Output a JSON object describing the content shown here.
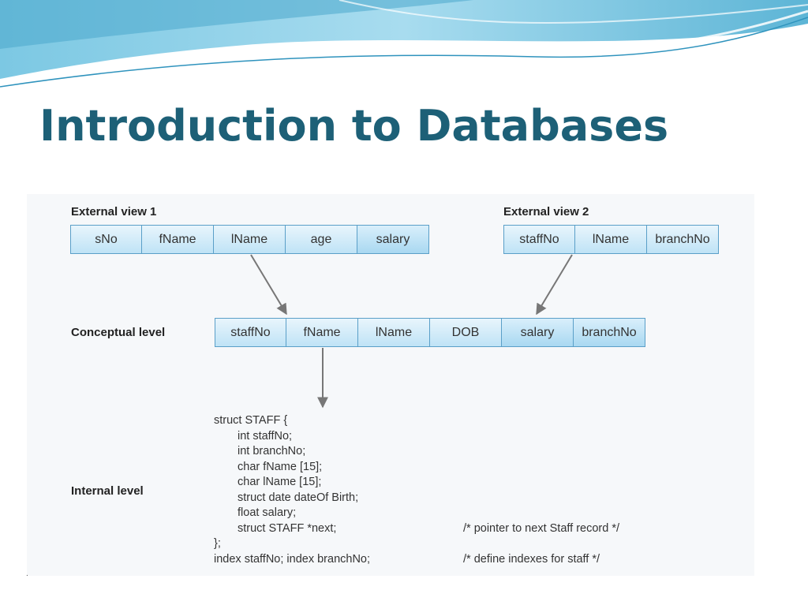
{
  "title": "Introduction to Databases",
  "theme": {
    "title_color": "#1d6077",
    "accent": "#5ab7d8",
    "field_border": "#5a9fc8"
  },
  "diagram": {
    "external_view_1": {
      "label": "External view 1",
      "fields": [
        "sNo",
        "fName",
        "lName",
        "age",
        "salary"
      ]
    },
    "external_view_2": {
      "label": "External view 2",
      "fields": [
        "staffNo",
        "lName",
        "branchNo"
      ]
    },
    "conceptual_level": {
      "label": "Conceptual level",
      "fields": [
        "staffNo",
        "fName",
        "lName",
        "DOB",
        "salary",
        "branchNo"
      ]
    },
    "internal_level": {
      "label": "Internal level",
      "code": [
        {
          "text": "struct STAFF {",
          "comment": ""
        },
        {
          "text": "int staffNo;",
          "comment": "",
          "indent": true
        },
        {
          "text": "int branchNo;",
          "comment": "",
          "indent": true
        },
        {
          "text": "char fName [15];",
          "comment": "",
          "indent": true
        },
        {
          "text": "char lName [15];",
          "comment": "",
          "indent": true
        },
        {
          "text": "struct date dateOf Birth;",
          "comment": "",
          "indent": true
        },
        {
          "text": "float salary;",
          "comment": "",
          "indent": true
        },
        {
          "text": "struct STAFF *next;",
          "comment": "/* pointer to next Staff record */",
          "indent": true
        },
        {
          "text": "};",
          "comment": ""
        },
        {
          "text": "index staffNo; index branchNo;",
          "comment": "/* define indexes for staff */"
        }
      ]
    }
  },
  "footer_mark": "."
}
